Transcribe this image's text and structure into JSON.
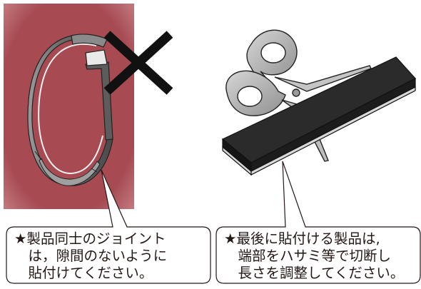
{
  "left_panel": {
    "caption_lines": [
      "★製品同士のジョイント",
      "　は，隙間のないように",
      "　貼付けてください。"
    ],
    "colors": {
      "background": "#a74a52",
      "background_edge": "#c9868b",
      "cross": "#111111",
      "ring_face": "#f2f2f2",
      "ring_inner": "#5c5c5c"
    },
    "icons": [
      "ring-icon",
      "cross-mark-icon"
    ]
  },
  "right_panel": {
    "caption_lines": [
      "★最後に貼付ける製品は,",
      "　端部をハサミ等で切断し",
      "　長さを調整してください。"
    ],
    "colors": {
      "strip_top": "#2b2b2b",
      "strip_side": "#151515",
      "strip_adhesive": "#d8d8d8",
      "scissors": "#bdbdbd"
    },
    "icons": [
      "scissors-icon",
      "tape-strip-icon"
    ]
  }
}
